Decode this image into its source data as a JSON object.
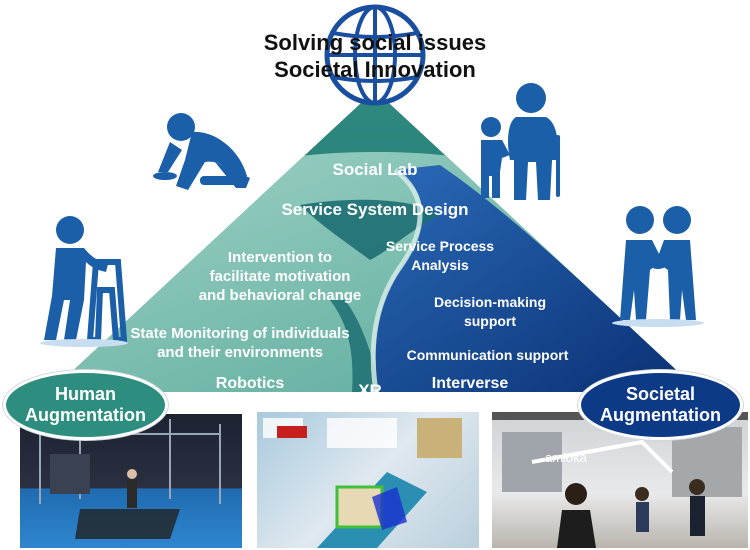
{
  "title": {
    "line1": "Solving social issues",
    "line2": "Societal Innovation"
  },
  "pyramid": {
    "social_lab": "Social Lab",
    "service_system_design": "Service System Design",
    "intervention": [
      "Intervention to",
      "facilitate motivation",
      "and behavioral change"
    ],
    "service_process": [
      "Service Process",
      "Analysis"
    ],
    "decision_making": [
      "Decision-making",
      "support"
    ],
    "state_monitoring": [
      "State Monitoring of individuals",
      "and their environments"
    ],
    "communication_support": "Communication support",
    "robotics": "Robotics",
    "xr": "XR",
    "interverse": "Interverse"
  },
  "ovals": {
    "human": [
      "Human",
      "Augmentation"
    ],
    "societal": [
      "Societal",
      "Augmentation"
    ]
  },
  "photos": {
    "right_name_tag": "amioka"
  },
  "colors": {
    "teal_dark": "#1e6e6a",
    "teal": "#3d9c8e",
    "teal_light": "#8cc7bb",
    "navy": "#0b3a80",
    "blue": "#1f63b0",
    "icon_blue": "#1b5fa8",
    "globe_blue": "#1a4fa0"
  },
  "icons": [
    "globe-icon",
    "crawling-person-icon",
    "elder-with-child-icon",
    "walker-person-icon",
    "handshake-icon"
  ]
}
